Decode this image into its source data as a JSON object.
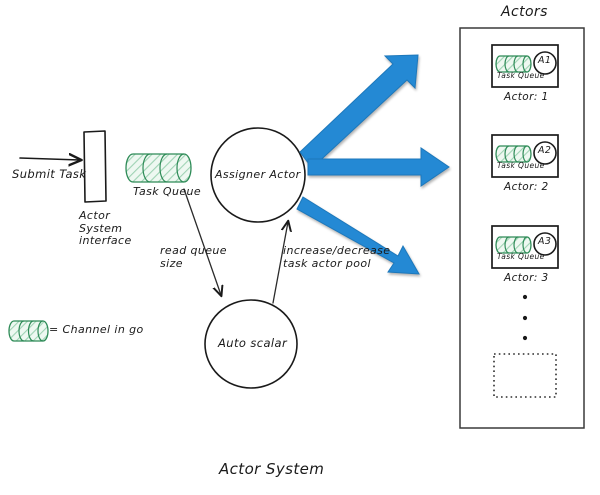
{
  "diagram": {
    "title": "Actor System",
    "right_panel_title": "Actors",
    "submit_label": "Submit Task",
    "interface_label": "Actor\nSystem\ninterface",
    "task_queue_label": "Task Queue",
    "assigner_label": "Assigner Actor",
    "autoscalar_label": "Auto scalar",
    "edge_read_queue": "read queue\nsize",
    "edge_scale_pool": "increase/decrease\ntask actor pool",
    "legend_text": "= Channel in go",
    "ellipsis_dots": 3,
    "actors": [
      {
        "badge": "A1",
        "queue_label": "Task Queue",
        "caption": "Actor: 1"
      },
      {
        "badge": "A2",
        "queue_label": "Task Queue",
        "caption": "Actor: 2"
      },
      {
        "badge": "A3",
        "queue_label": "Task Queue",
        "caption": "Actor: 3"
      }
    ],
    "colors": {
      "arrow_blue": "#2489d4",
      "channel_green": "#2e8b57",
      "ink": "#1a1a1a",
      "background": "#ffffff"
    }
  }
}
